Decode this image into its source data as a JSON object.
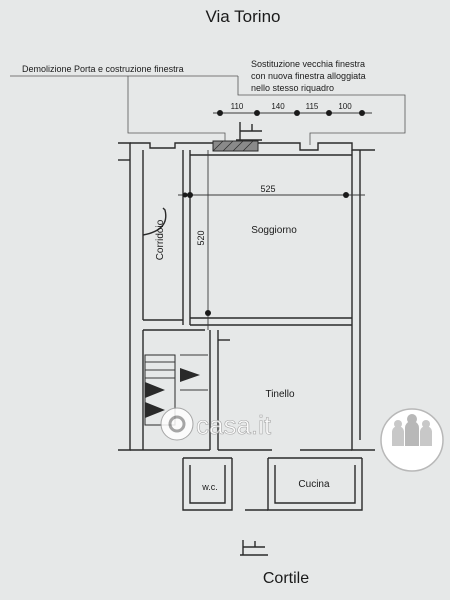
{
  "street_label": "Via Torino",
  "courtyard_label": "Cortile",
  "notes": {
    "demolition": "Demolizione Porta e costruzione finestra",
    "replacement_line1": "Sostituzione vecchia finestra",
    "replacement_line2": "con nuova finestra alloggiata",
    "replacement_line3": "nello stesso riquadro"
  },
  "dimensions": {
    "segments": [
      "110",
      "140",
      "115",
      "100"
    ],
    "width": "525",
    "height": "520"
  },
  "rooms": {
    "corridor": "Corridoio",
    "living": "Soggiorno",
    "dining": "Tinello",
    "wc": "w.c.",
    "kitchen": "Cucina"
  },
  "watermark": {
    "brand": "casa.it",
    "logo_icon": "casa-pin-logo-icon",
    "badge_icon": "people-badge-icon"
  },
  "colors": {
    "background": "#e6e8e8",
    "lines": "#2a2a2a",
    "watermark": "#ffffff"
  }
}
